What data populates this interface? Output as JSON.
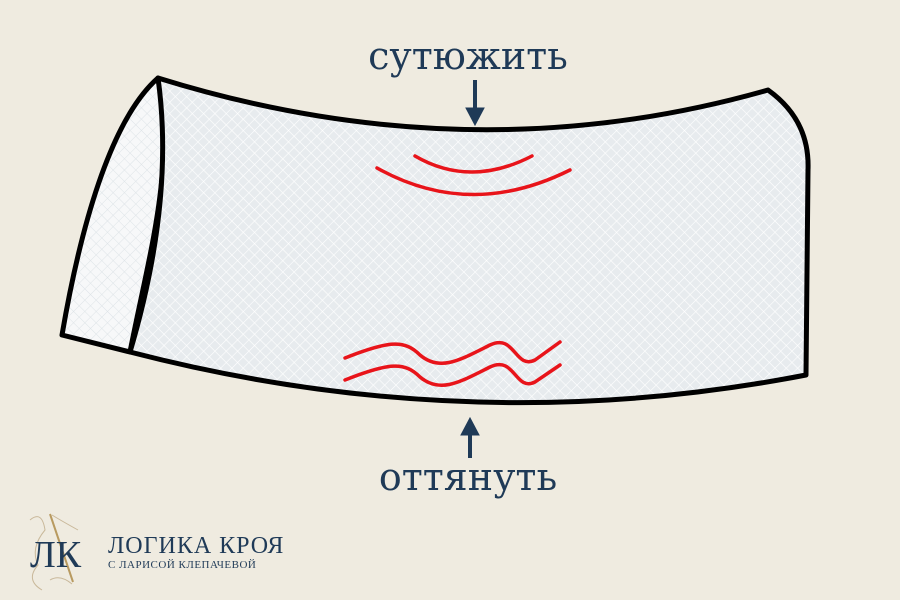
{
  "labels": {
    "top": "сутюжить",
    "bottom": "оттянуть"
  },
  "logo": {
    "monogram": "ЛК",
    "title": "ЛОГИКА КРОЯ",
    "subtitle": "С ЛАРИСОЙ КЛЕПАЧЕВОЙ"
  },
  "colors": {
    "background": "#efebe0",
    "text": "#1f3a57",
    "marks": "#e8141a",
    "fabric": "#e6eaec"
  }
}
